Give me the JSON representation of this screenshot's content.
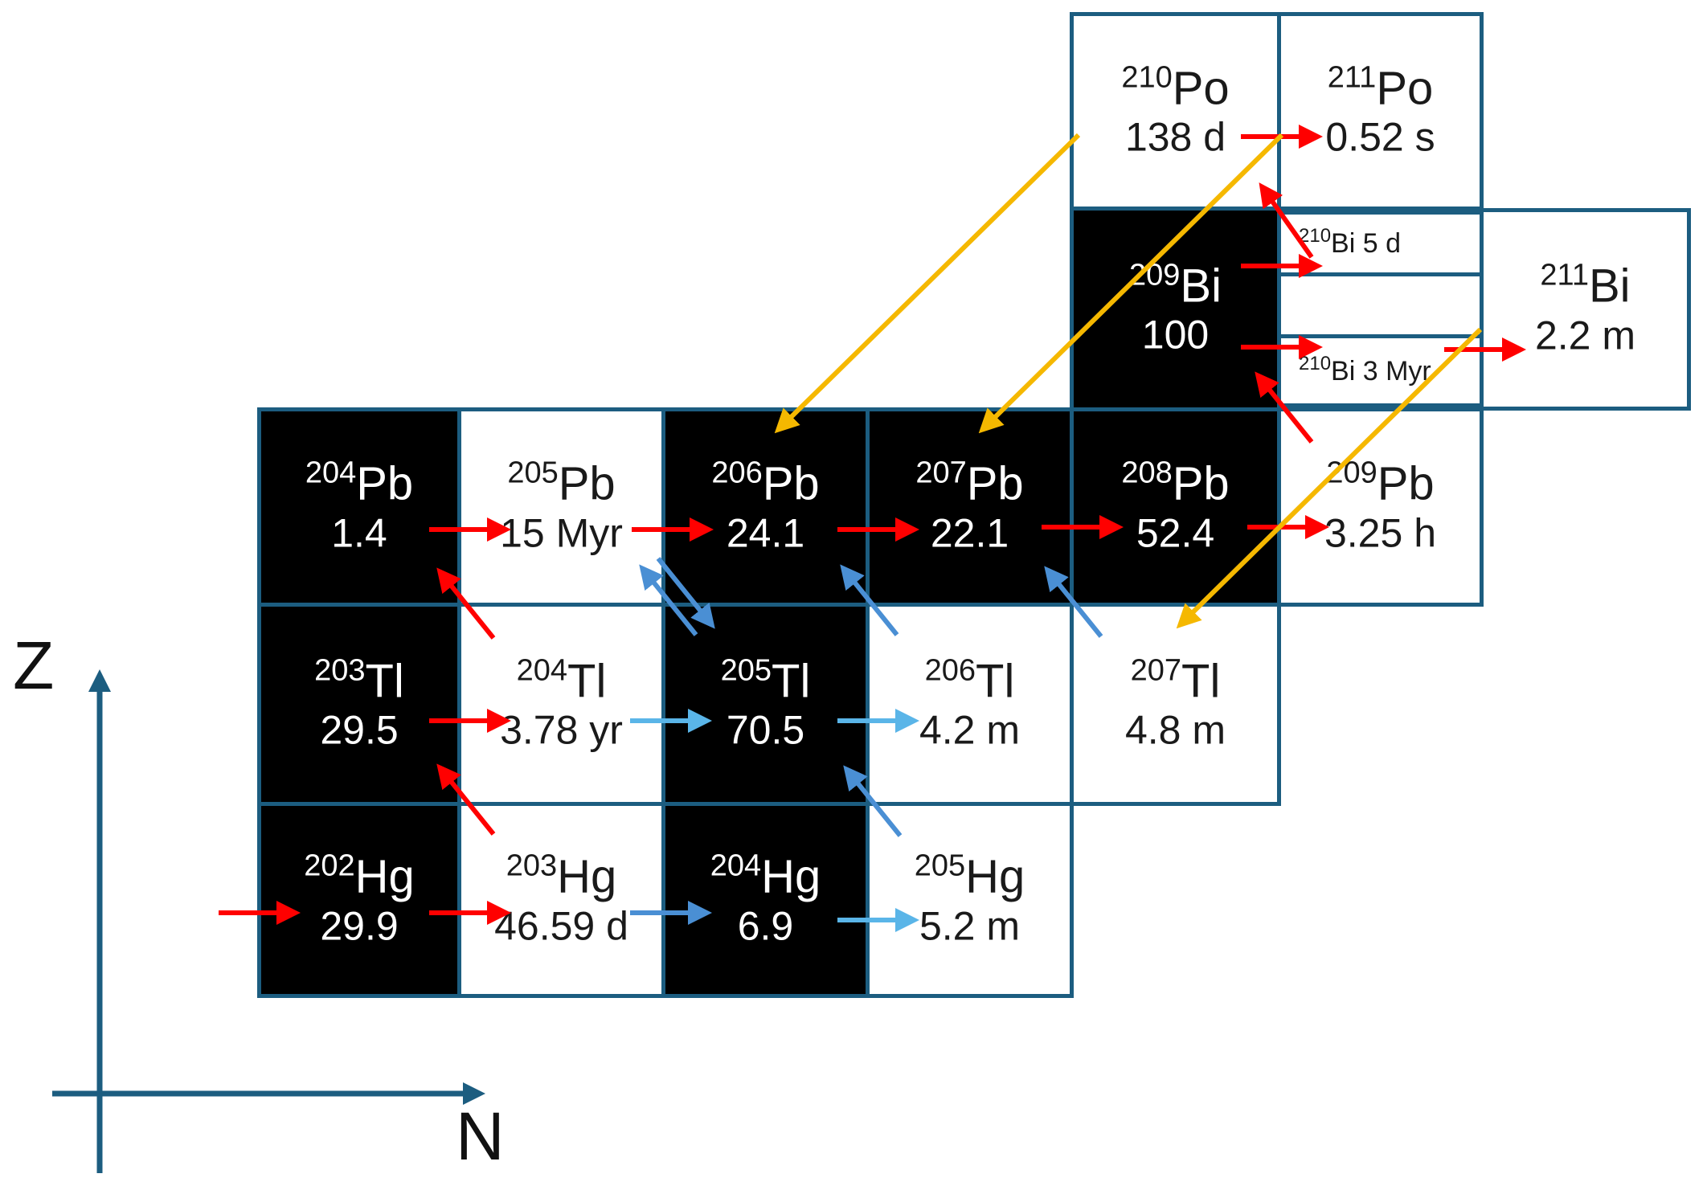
{
  "axes": {
    "z_label": "Z",
    "n_label": "N"
  },
  "colors": {
    "border": "#1c5d80",
    "stable_fill": "#000000",
    "unstable_fill": "#ffffff",
    "neutron_capture_arrow": "#ff0000",
    "beta_decay_arrow_dark": "#4a8fd4",
    "beta_decay_arrow_light": "#5ab5e8",
    "alpha_decay_arrow": "#f5b800",
    "axis": "#1c5d80"
  },
  "nuclides": [
    {
      "id": "hg202",
      "mass": "202",
      "symbol": "Hg",
      "value": "29.9",
      "stable": true
    },
    {
      "id": "hg203",
      "mass": "203",
      "symbol": "Hg",
      "value": "46.59 d",
      "stable": false
    },
    {
      "id": "hg204",
      "mass": "204",
      "symbol": "Hg",
      "value": "6.9",
      "stable": true
    },
    {
      "id": "hg205",
      "mass": "205",
      "symbol": "Hg",
      "value": "5.2 m",
      "stable": false
    },
    {
      "id": "tl203",
      "mass": "203",
      "symbol": "Tl",
      "value": "29.5",
      "stable": true
    },
    {
      "id": "tl204",
      "mass": "204",
      "symbol": "Tl",
      "value": "3.78 yr",
      "stable": false
    },
    {
      "id": "tl205",
      "mass": "205",
      "symbol": "Tl",
      "value": "70.5",
      "stable": true
    },
    {
      "id": "tl206",
      "mass": "206",
      "symbol": "Tl",
      "value": "4.2 m",
      "stable": false
    },
    {
      "id": "tl207",
      "mass": "207",
      "symbol": "Tl",
      "value": "4.8 m",
      "stable": false
    },
    {
      "id": "pb204",
      "mass": "204",
      "symbol": "Pb",
      "value": "1.4",
      "stable": true
    },
    {
      "id": "pb205",
      "mass": "205",
      "symbol": "Pb",
      "value": "15 Myr",
      "stable": false
    },
    {
      "id": "pb206",
      "mass": "206",
      "symbol": "Pb",
      "value": "24.1",
      "stable": true
    },
    {
      "id": "pb207",
      "mass": "207",
      "symbol": "Pb",
      "value": "22.1",
      "stable": true
    },
    {
      "id": "pb208",
      "mass": "208",
      "symbol": "Pb",
      "value": "52.4",
      "stable": true
    },
    {
      "id": "pb209",
      "mass": "209",
      "symbol": "Pb",
      "value": "3.25 h",
      "stable": false
    },
    {
      "id": "bi209",
      "mass": "209",
      "symbol": "Bi",
      "value": "100",
      "stable": true
    },
    {
      "id": "bi211",
      "mass": "211",
      "symbol": "Bi",
      "value": "2.2 m",
      "stable": false
    },
    {
      "id": "po210",
      "mass": "210",
      "symbol": "Po",
      "value": "138 d",
      "stable": false
    },
    {
      "id": "po211",
      "mass": "211",
      "symbol": "Po",
      "value": "0.52 s",
      "stable": false
    }
  ],
  "bi210_states": [
    {
      "id": "bi210-5d",
      "mass": "210",
      "symbol": "Bi",
      "value": "5 d"
    },
    {
      "id": "bi210-3myr",
      "mass": "210",
      "symbol": "Bi",
      "value": "3 Myr"
    }
  ]
}
